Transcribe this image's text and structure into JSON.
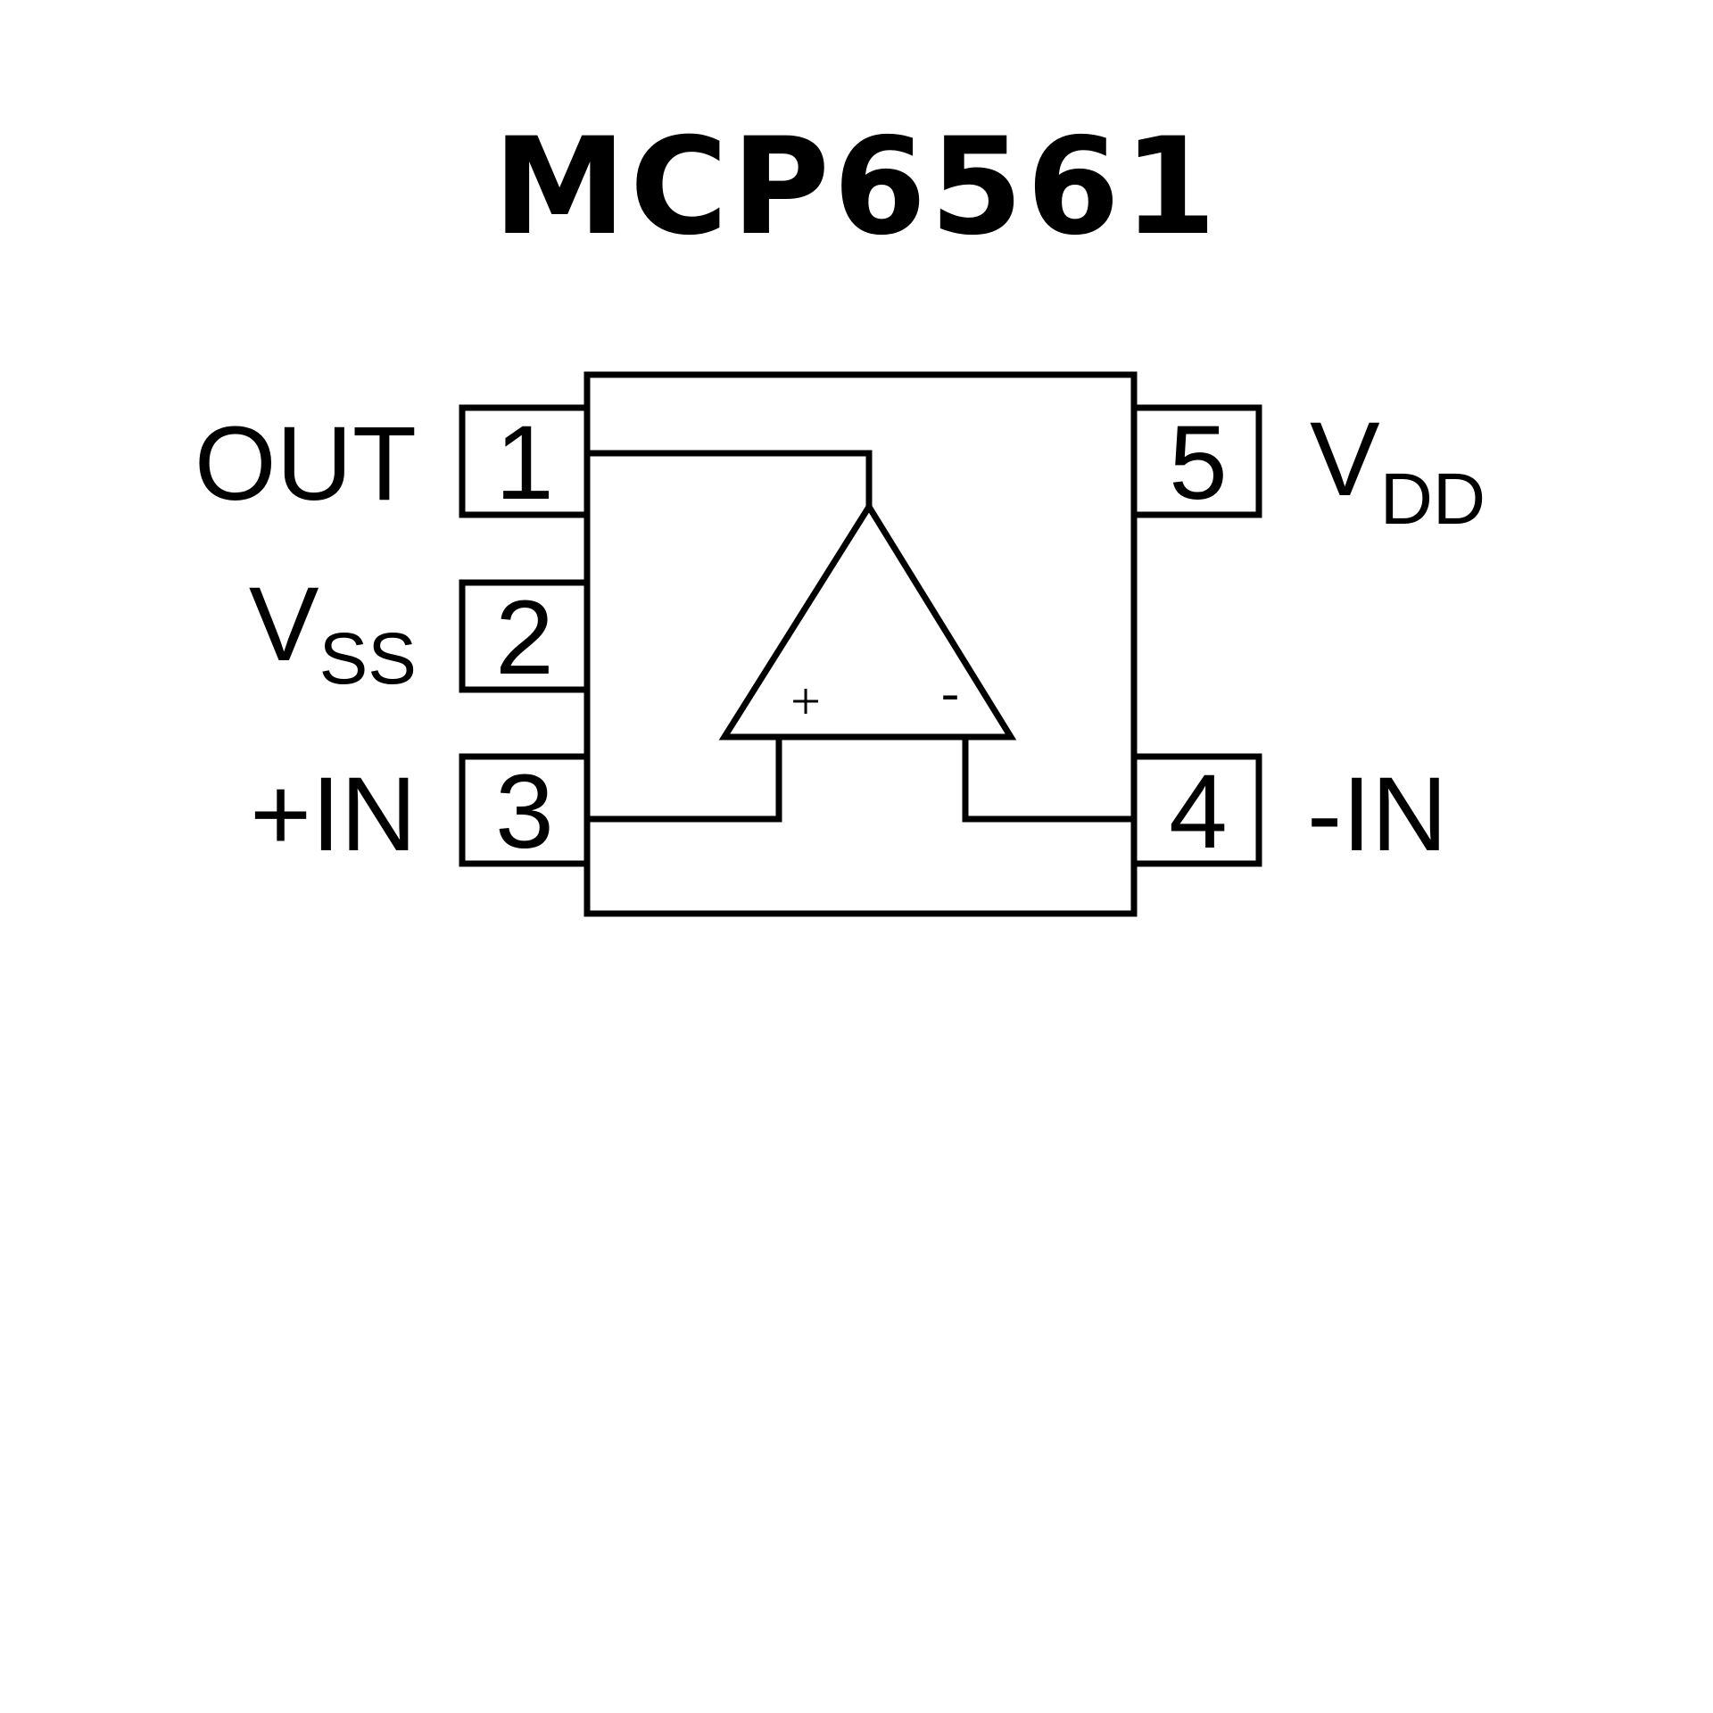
{
  "title": "MCP6561",
  "pins": [
    {
      "number": "1",
      "name": "OUT",
      "sub": ""
    },
    {
      "number": "2",
      "name": "V",
      "sub": "SS"
    },
    {
      "number": "3",
      "name": "+IN",
      "sub": ""
    },
    {
      "number": "4",
      "name": "-IN",
      "sub": ""
    },
    {
      "number": "5",
      "name": "V",
      "sub": "DD"
    }
  ],
  "opamp": {
    "plus_sign": "+",
    "minus_sign": "-"
  }
}
